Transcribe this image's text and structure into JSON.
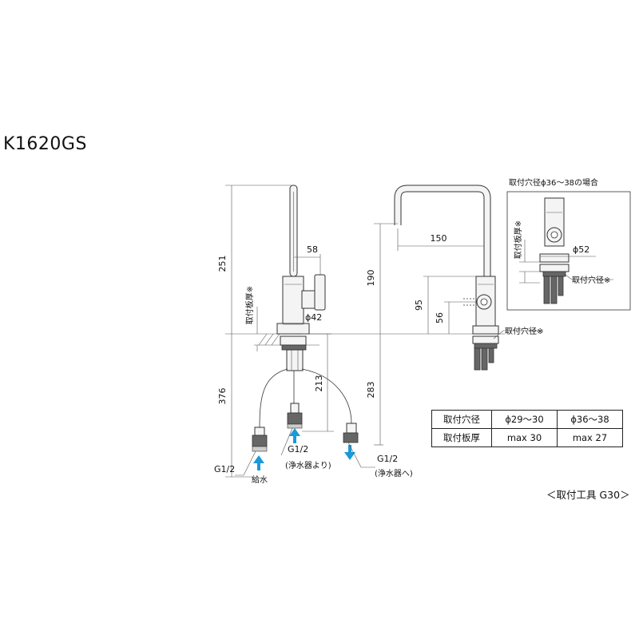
{
  "model": "K1620GS",
  "dimensions": {
    "total_height": "251",
    "below_counter": "376",
    "spout_offset": "58",
    "base_diameter": "ϕ42",
    "spout_reach": "150",
    "spout_height": "190",
    "handle_height": "95",
    "handle_center": "56",
    "pipe_length": "283",
    "hose_length": "213"
  },
  "labels": {
    "counter_thickness": "取付板厚※",
    "mount_hole": "取付穴径※",
    "connection_supply": "G1/2",
    "supply_name": "給水",
    "connection_from_purifier": "G1/2",
    "from_purifier": "(浄水器より)",
    "connection_to_purifier": "G1/2",
    "to_purifier": "(浄水器へ)"
  },
  "inset": {
    "title": "取付穴径ϕ36～38の場合",
    "thickness_label": "取付板厚※",
    "diameter": "ϕ52",
    "hole_label": "取付穴径※"
  },
  "table": {
    "rows": [
      {
        "label": "取付穴径",
        "a": "ϕ29～30",
        "b": "ϕ36～38"
      },
      {
        "label": "取付板厚",
        "a": "max 30",
        "b": "max 27"
      }
    ]
  },
  "tool_note": "＜取付工具 G30＞"
}
